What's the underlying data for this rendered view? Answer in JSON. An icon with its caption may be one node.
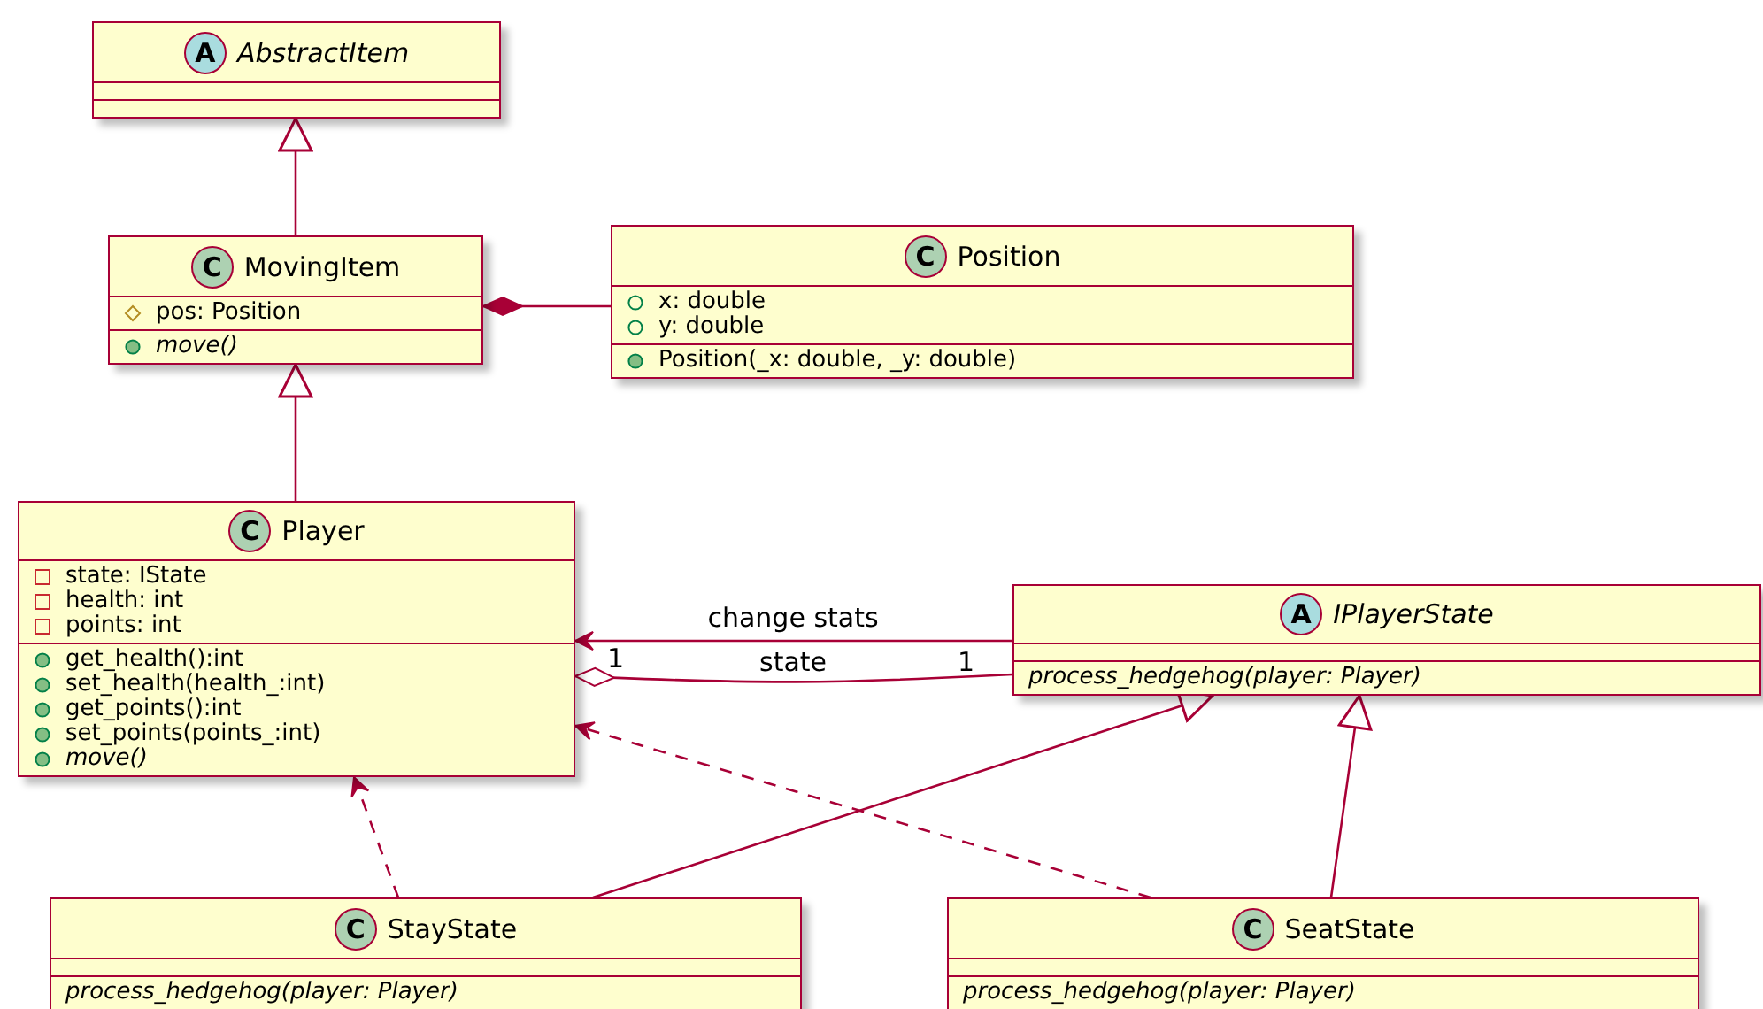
{
  "diagram": {
    "nodes": [
      {
        "text": [
          "A",
          "AbstractItem"
        ]
      },
      {
        "text": [
          "C",
          "MovingItem",
          "pos: Position",
          "move()"
        ]
      },
      {
        "text": [
          "C",
          "Position",
          "x: double",
          "y: double",
          "Position(_x: double, _y: double)"
        ]
      },
      {
        "text": [
          "C",
          "Player",
          "state: IState",
          "health: int",
          "points: int",
          "get_health():int",
          "set_health(health_:int)",
          "get_points():int",
          "set_points(points_:int)",
          "move()"
        ]
      },
      {
        "text": [
          "A",
          "IPlayerState",
          "process_hedgehog(player: Player)"
        ]
      },
      {
        "text": [
          "C",
          "StayState",
          "process_hedgehog(player: Player)"
        ]
      },
      {
        "text": [
          "C",
          "SeatState",
          "process_hedgehog(player: Player)"
        ]
      }
    ],
    "edges": [
      {
        "from": 1,
        "to": 0,
        "arrow": "to"
      },
      {
        "from": 3,
        "to": 1,
        "arrow": "to"
      },
      {
        "from": 1,
        "to": 2,
        "arrow": "other"
      },
      {
        "from": 4,
        "to": 3,
        "arrow": "to",
        "label": "change stats"
      },
      {
        "from": 3,
        "to": 4,
        "arrow": "other",
        "label": "state"
      },
      {
        "from": 5,
        "to": 4,
        "arrow": "to"
      },
      {
        "from": 6,
        "to": 4,
        "arrow": "to"
      },
      {
        "from": 5,
        "to": 3,
        "arrow": "to",
        "style": "dashed"
      },
      {
        "from": 6,
        "to": 3,
        "arrow": "to",
        "style": "dashed"
      }
    ],
    "labels": [
      "1",
      "1"
    ]
  }
}
